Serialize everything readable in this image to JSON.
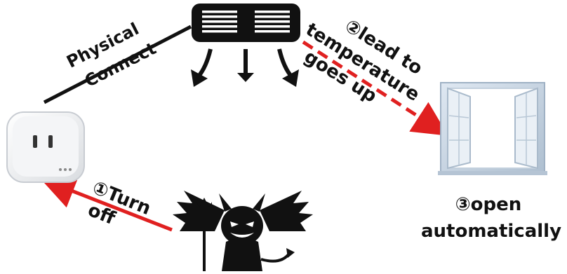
{
  "labels": {
    "physical_line1": "Physical",
    "physical_line2": "Connect",
    "step2_line1": "②lead to",
    "step2_line2": "temperature",
    "step2_line3": "goes up",
    "step1_line1": "①Turn",
    "step1_line2": "off",
    "step3_line1": "③open",
    "step3_line2": "automatically"
  },
  "colors": {
    "arrow_red": "#e02020",
    "line_black": "#111111",
    "text": "#111111"
  },
  "icons": {
    "plug": "smart-plug-icon",
    "ac": "air-conditioner-icon",
    "window": "window-icon",
    "attacker": "devil-icon"
  }
}
